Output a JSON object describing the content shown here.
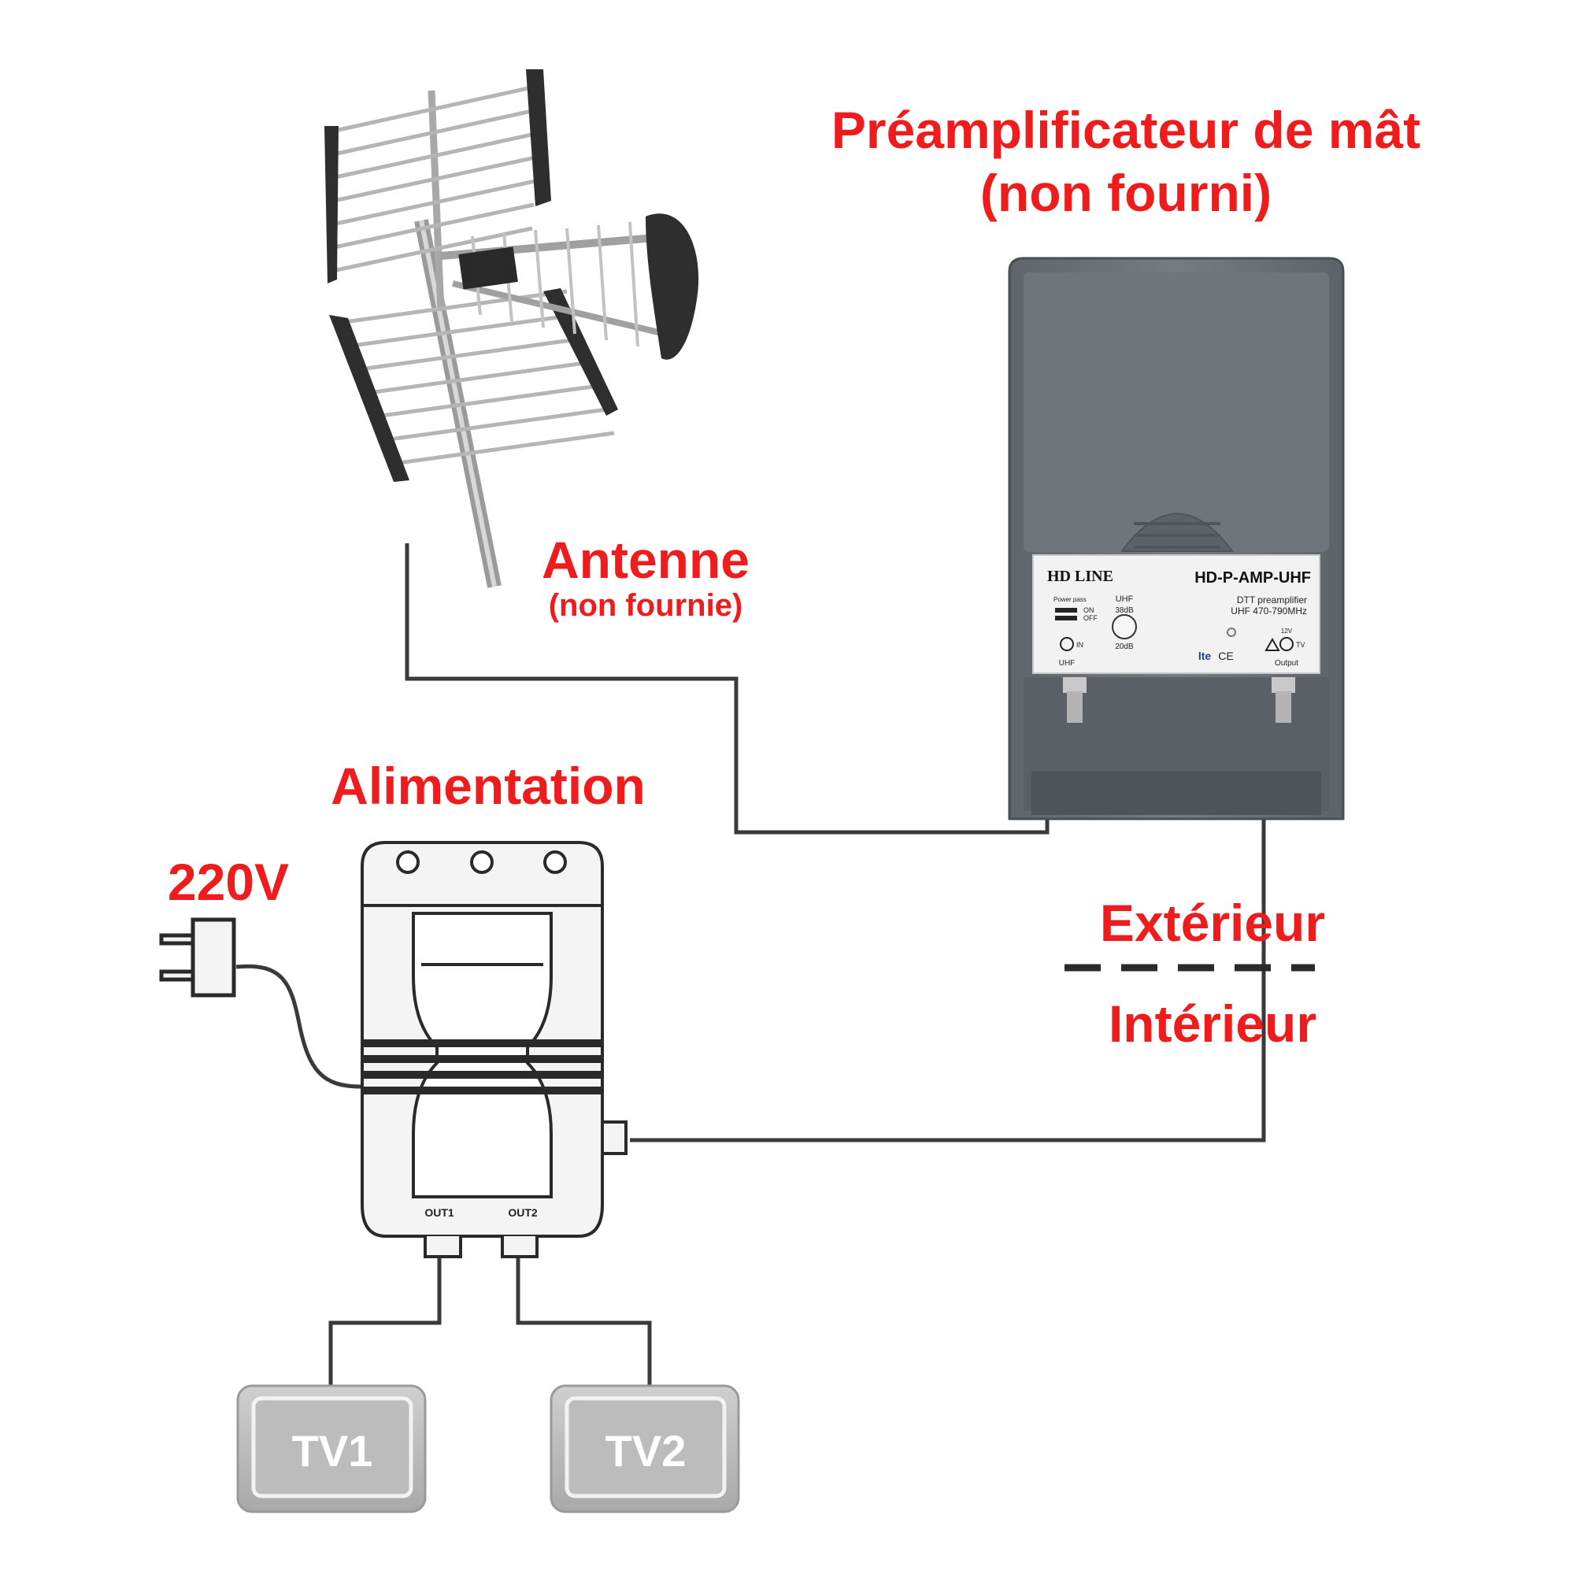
{
  "labels": {
    "preamp_title_line1": "Préamplificateur de mât",
    "preamp_title_line2": "(non fourni)",
    "antenna_title": "Antenne",
    "antenna_subtitle": "(non fournie)",
    "power_title": "Alimentation",
    "voltage": "220V",
    "outdoor": "Extérieur",
    "indoor": "Intérieur",
    "tv1": "TV1",
    "tv2": "TV2"
  },
  "preamp_panel": {
    "brand": "HD LINE",
    "model": "HD-P-AMP-UHF",
    "desc_line1": "DTT preamplifier",
    "desc_line2": "UHF 470-790MHz",
    "power_pass": "Power pass",
    "on": "ON",
    "off": "OFF",
    "band": "UHF",
    "gain_high": "38dB",
    "gain_low": "20dB",
    "in_label": "IN",
    "in_band": "UHF",
    "voltage": "12V",
    "tv_label": "TV",
    "output_label": "Output",
    "lte": "lte",
    "ce": "CE"
  },
  "power_unit": {
    "out1": "OUT1",
    "out2": "OUT2"
  },
  "colors": {
    "label_red": "#ee1c1c",
    "cable": "#3a3a3a",
    "preamp_body": "#6b7177",
    "tv_gray": "#bdbdbd"
  }
}
